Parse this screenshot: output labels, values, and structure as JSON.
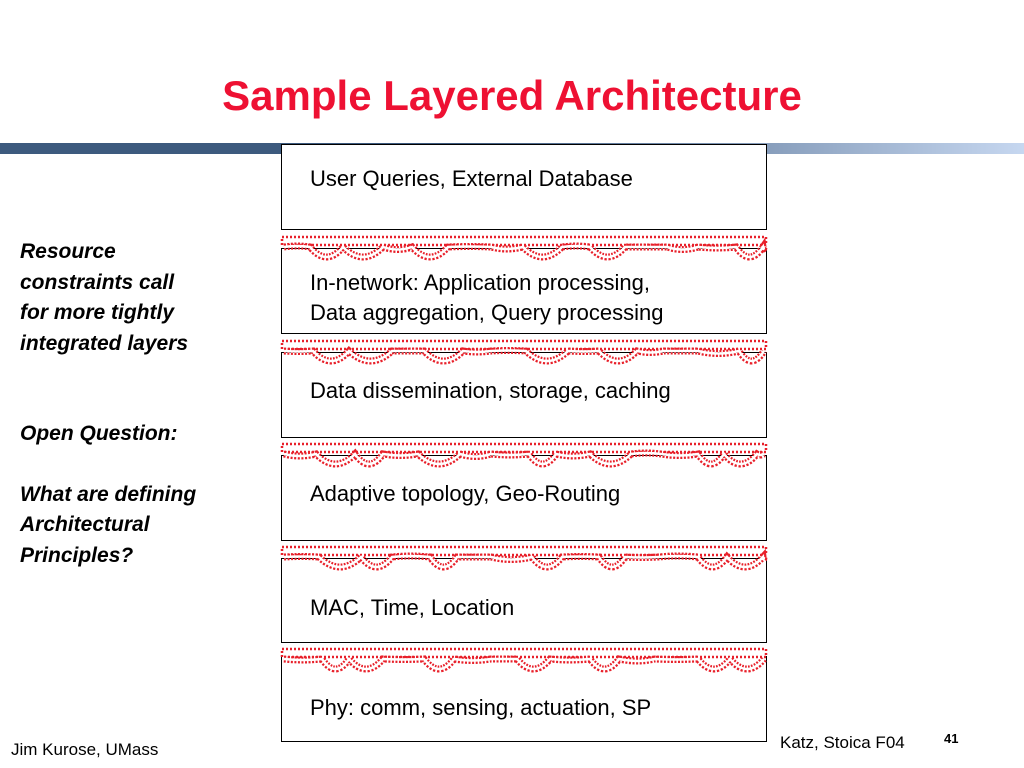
{
  "slide": {
    "title": "Sample Layered Architecture",
    "title_color": "#ee1133",
    "side_note": {
      "lines_a": [
        "Resource",
        "constraints call",
        "for more tightly",
        "integrated layers"
      ],
      "lines_b": [
        "Open Question:"
      ],
      "lines_c": [
        "What are defining",
        "Architectural",
        "Principles?"
      ]
    },
    "footer_left": "Jim Kurose, UMass",
    "footer_right": "Katz, Stoica F04",
    "page_number": "41"
  },
  "layers": [
    {
      "lines": [
        "User Queries, External Database"
      ]
    },
    {
      "lines": [
        "In-network: Application processing,",
        "Data aggregation, Query processing"
      ]
    },
    {
      "lines": [
        "Data dissemination, storage, caching"
      ]
    },
    {
      "lines": [
        "Adaptive topology, Geo-Routing"
      ]
    },
    {
      "lines": [
        "MAC, Time, Location"
      ]
    },
    {
      "lines": [
        "Phy: comm, sensing, actuation, SP"
      ]
    }
  ],
  "colors": {
    "bar_dark": "#3d5a7e",
    "bar_light": "#c6d7f0",
    "wavy_red": "#e8202a",
    "box_border": "#000000"
  }
}
